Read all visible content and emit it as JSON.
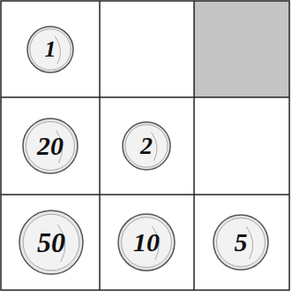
{
  "diagram": {
    "nodes": [
      {
        "text": [
          "1"
        ]
      },
      {
        "text": [
          "20"
        ]
      },
      {
        "text": [
          "2"
        ]
      },
      {
        "text": [
          "50"
        ]
      },
      {
        "text": [
          "10"
        ]
      },
      {
        "text": [
          "5"
        ]
      }
    ]
  }
}
